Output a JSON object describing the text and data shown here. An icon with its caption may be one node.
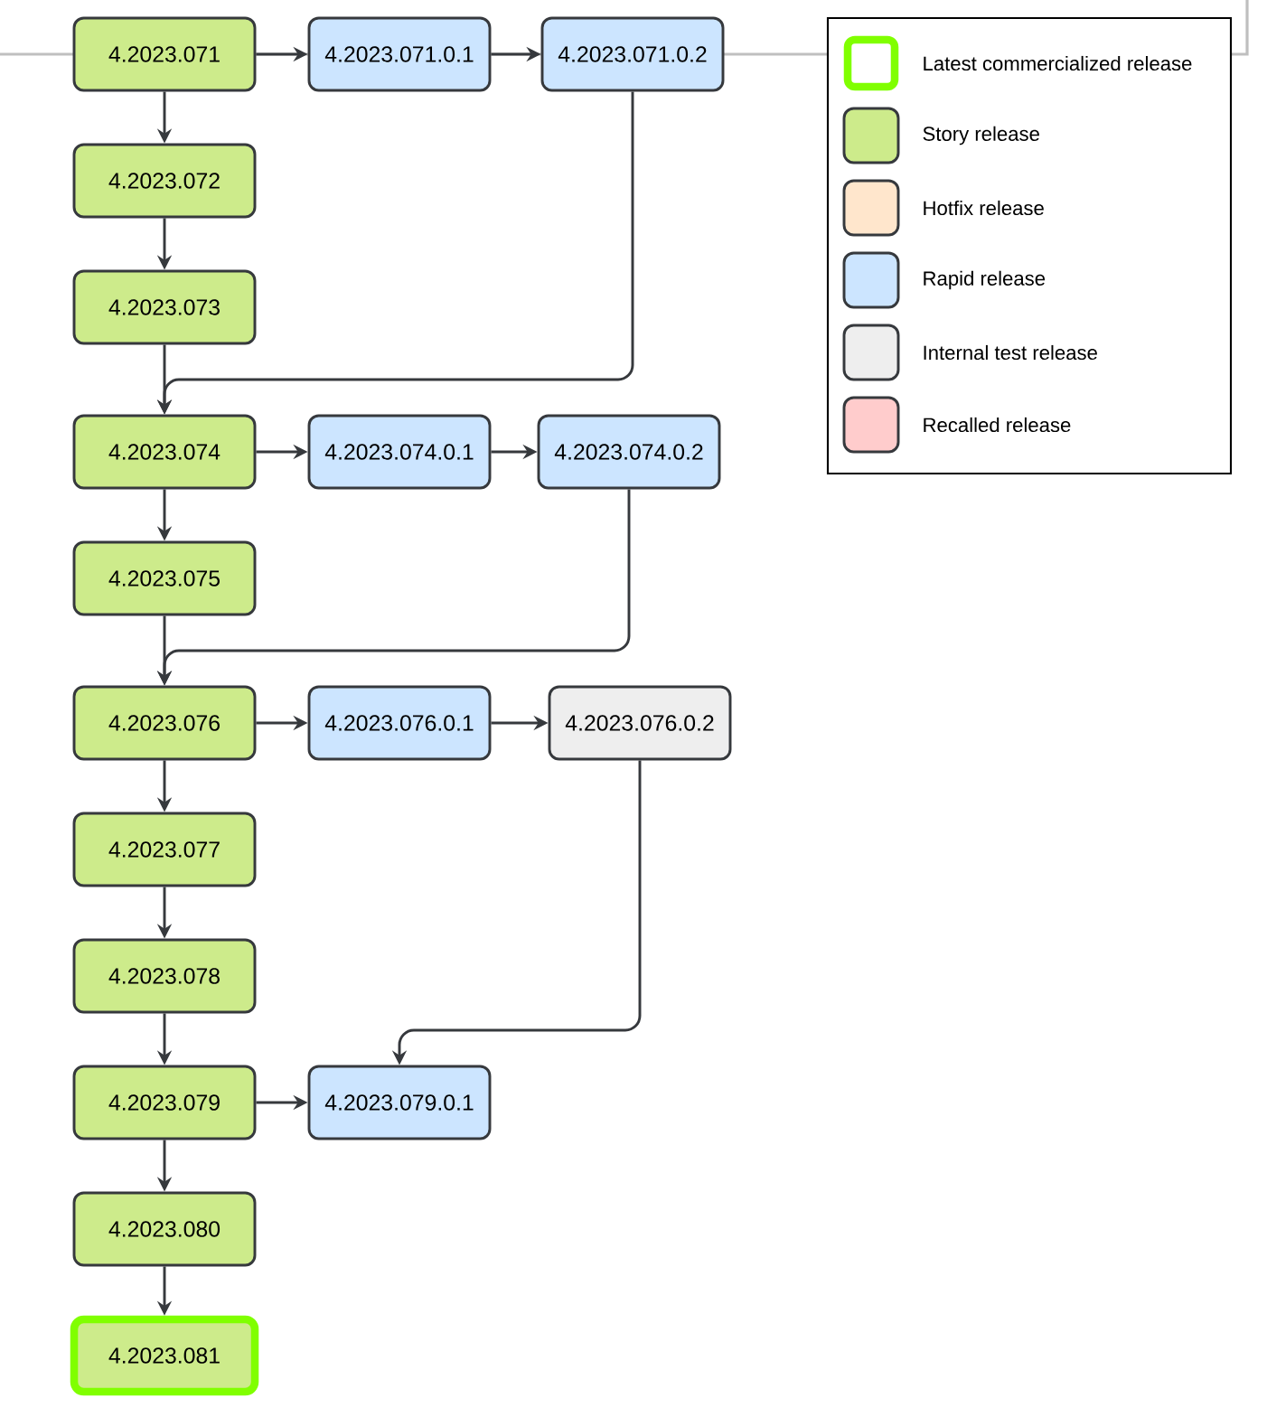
{
  "diagram": {
    "nodes": [
      {
        "text": [
          "4.2023.071"
        ]
      },
      {
        "text": [
          "4.2023.071.0.1"
        ]
      },
      {
        "text": [
          "4.2023.071.0.2"
        ]
      },
      {
        "text": [
          "4.2023.072"
        ]
      },
      {
        "text": [
          "4.2023.073"
        ]
      },
      {
        "text": [
          "4.2023.074"
        ]
      },
      {
        "text": [
          "4.2023.074.0.1"
        ]
      },
      {
        "text": [
          "4.2023.074.0.2"
        ]
      },
      {
        "text": [
          "4.2023.075"
        ]
      },
      {
        "text": [
          "4.2023.076"
        ]
      },
      {
        "text": [
          "4.2023.076.0.1"
        ]
      },
      {
        "text": [
          "4.2023.076.0.2"
        ]
      },
      {
        "text": [
          "4.2023.077"
        ]
      },
      {
        "text": [
          "4.2023.078"
        ]
      },
      {
        "text": [
          "4.2023.079"
        ]
      },
      {
        "text": [
          "4.2023.079.0.1"
        ]
      },
      {
        "text": [
          "4.2023.080"
        ]
      },
      {
        "text": [
          "4.2023.081"
        ]
      }
    ],
    "edges": [
      {
        "from": 0,
        "to": 1,
        "arrow": "to"
      },
      {
        "from": 1,
        "to": 2,
        "arrow": "to"
      },
      {
        "from": 0,
        "to": 3,
        "arrow": "to"
      },
      {
        "from": 3,
        "to": 4,
        "arrow": "to"
      },
      {
        "from": 4,
        "to": 5,
        "arrow": "to"
      },
      {
        "from": 2,
        "to": 5,
        "arrow": "to"
      },
      {
        "from": 5,
        "to": 6,
        "arrow": "to"
      },
      {
        "from": 6,
        "to": 7,
        "arrow": "to"
      },
      {
        "from": 5,
        "to": 8,
        "arrow": "to"
      },
      {
        "from": 8,
        "to": 9,
        "arrow": "to"
      },
      {
        "from": 7,
        "to": 9,
        "arrow": "to"
      },
      {
        "from": 9,
        "to": 10,
        "arrow": "to"
      },
      {
        "from": 10,
        "to": 11,
        "arrow": "to"
      },
      {
        "from": 9,
        "to": 12,
        "arrow": "to"
      },
      {
        "from": 12,
        "to": 13,
        "arrow": "to"
      },
      {
        "from": 13,
        "to": 14,
        "arrow": "to"
      },
      {
        "from": 14,
        "to": 15,
        "arrow": "to"
      },
      {
        "from": 11,
        "to": 15,
        "arrow": "to"
      },
      {
        "from": 14,
        "to": 16,
        "arrow": "to"
      },
      {
        "from": 16,
        "to": 17,
        "arrow": "to"
      }
    ],
    "legend": [
      {
        "text": "Latest commercialized release",
        "color": "#80ff00"
      },
      {
        "text": "Story release",
        "color": "#cdeb8b"
      },
      {
        "text": "Hotfix release",
        "color": "#ffe6cc"
      },
      {
        "text": "Rapid release",
        "color": "#cce5ff"
      },
      {
        "text": "Internal test release",
        "color": "#eeeeee"
      },
      {
        "text": "Recalled release",
        "color": "#ffcccc"
      }
    ]
  }
}
